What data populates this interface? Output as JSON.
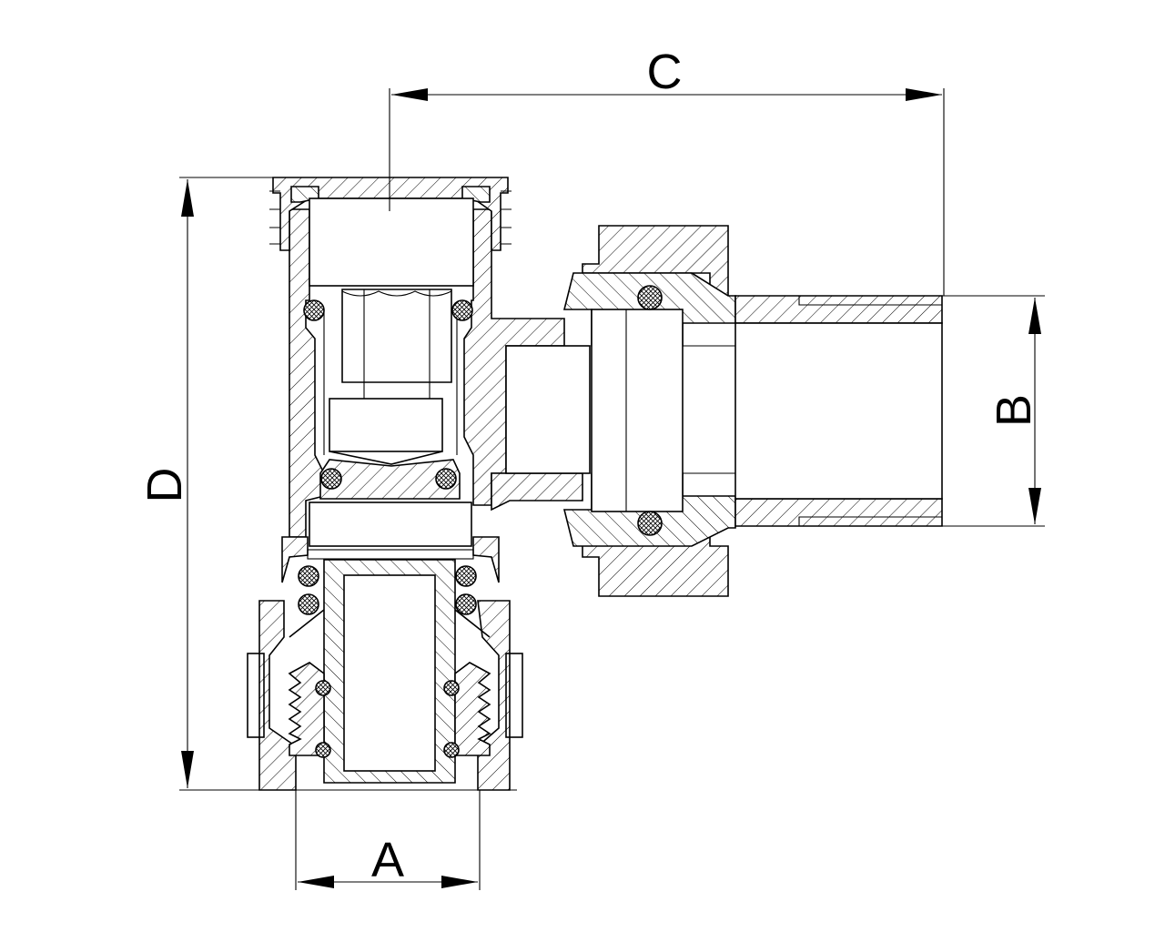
{
  "drawing": {
    "dimensions": [
      {
        "id": "A",
        "label": "A"
      },
      {
        "id": "B",
        "label": "B"
      },
      {
        "id": "C",
        "label": "C"
      },
      {
        "id": "D",
        "label": "D"
      }
    ]
  }
}
